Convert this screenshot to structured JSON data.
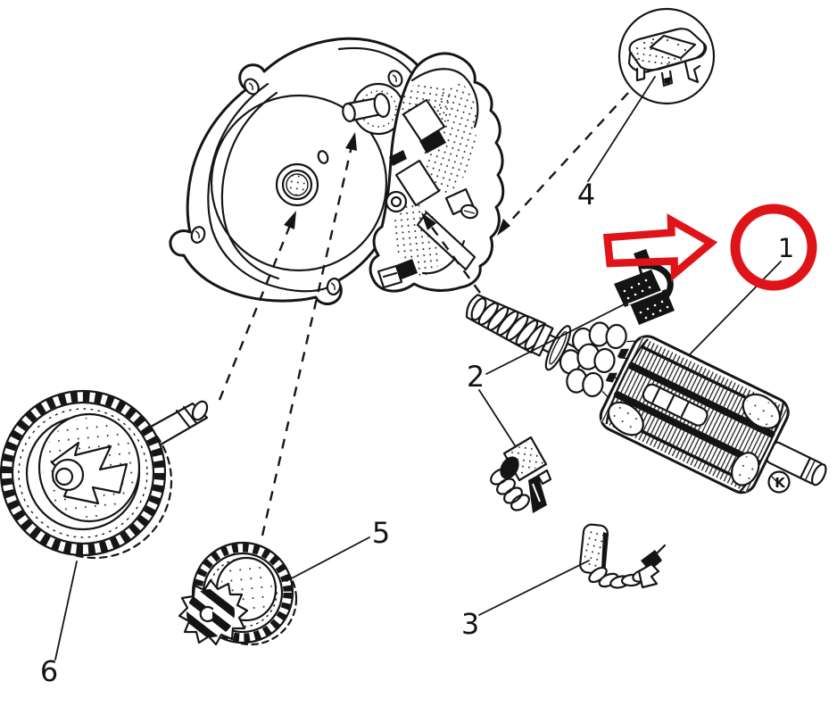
{
  "figure": {
    "type": "exploded-parts-diagram",
    "subject": "electric gear motor exploded view (armature, brushes, cap, gears, housing)",
    "background_color": "#ffffff",
    "line_color": "#161616",
    "highlight_color": "#df1418"
  },
  "callouts": [
    {
      "label": "1",
      "part": "armature-with-worm-shaft",
      "highlighted": true
    },
    {
      "label": "2",
      "part": "carbon-brush-with-spring"
    },
    {
      "label": "3",
      "part": "carbon-brush-with-lead"
    },
    {
      "label": "4",
      "part": "cover-cap"
    },
    {
      "label": "5",
      "part": "intermediate-gear"
    },
    {
      "label": "6",
      "part": "output-gear-with-shaft"
    }
  ],
  "annotations": {
    "red_circle_label": "1",
    "red_arrow_direction": "right"
  },
  "marks": {
    "k": "K"
  }
}
